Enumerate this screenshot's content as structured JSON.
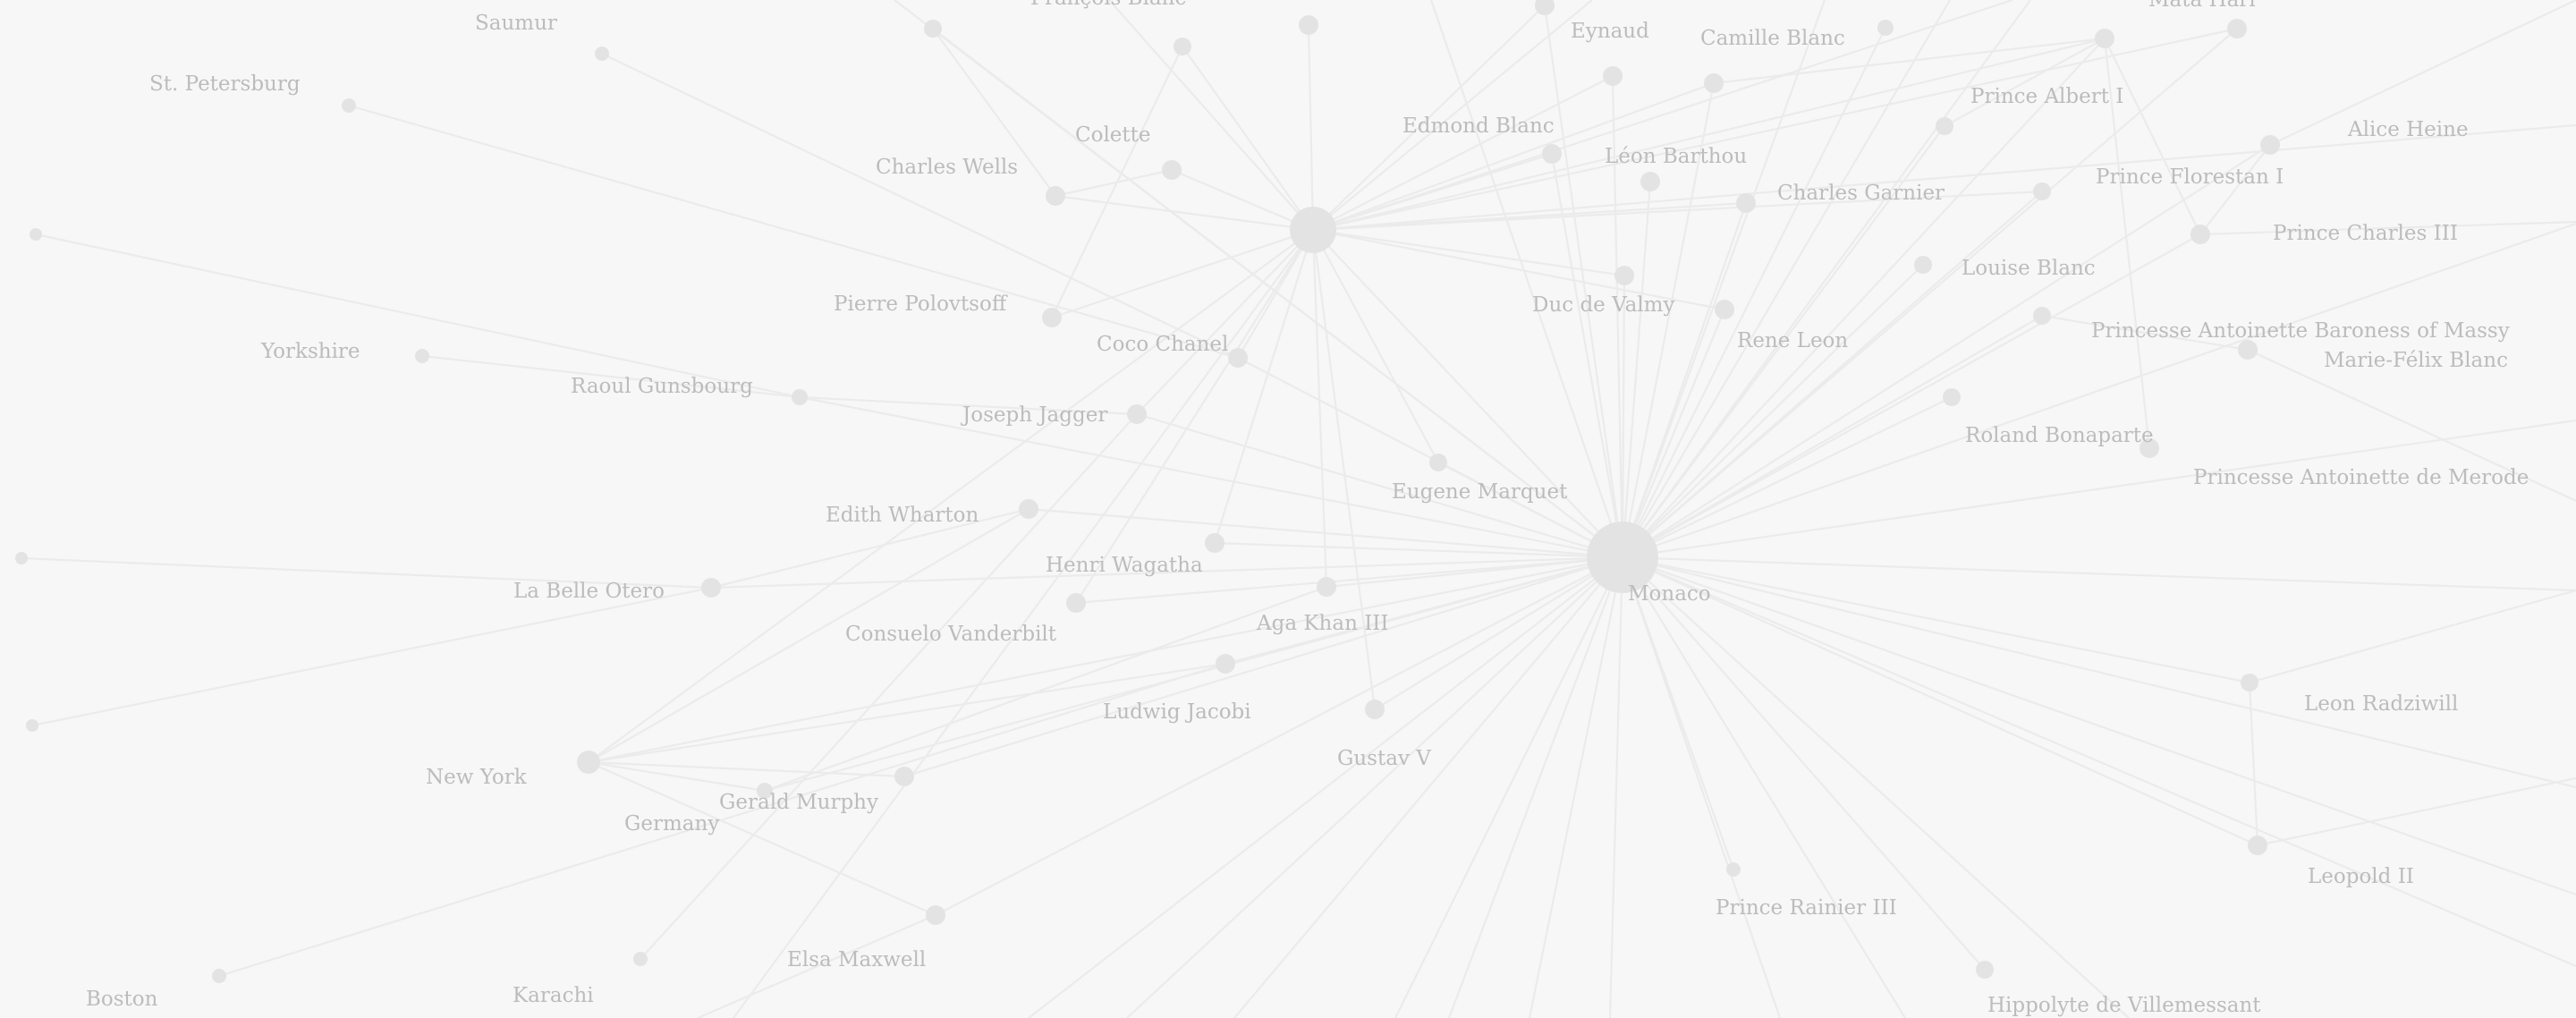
{
  "graph": {
    "style": {
      "background": "#f7f7f7",
      "edge_color": "#ebebeb",
      "node_color": "#e3e3e3",
      "label_color": "#bcbcbc"
    },
    "hubs": [
      "Monaco",
      "hub-2"
    ],
    "nodes": [
      {
        "id": "Monaco",
        "label": "Monaco",
        "size": 40
      },
      {
        "id": "hub-2",
        "label": "",
        "size": 26
      },
      {
        "id": "n-saumur",
        "label": "Saumur",
        "size": 8
      },
      {
        "id": "n-stpetersburg",
        "label": "St. Petersburg",
        "size": 8
      },
      {
        "id": "n-left1",
        "label": "",
        "size": 7
      },
      {
        "id": "n-yorkshire",
        "label": "Yorkshire",
        "size": 8
      },
      {
        "id": "n-raoul",
        "label": "Raoul Gunsbourg",
        "size": 9
      },
      {
        "id": "n-left2",
        "label": "",
        "size": 7
      },
      {
        "id": "n-otero",
        "label": "La Belle Otero",
        "size": 11
      },
      {
        "id": "n-left3",
        "label": "",
        "size": 7
      },
      {
        "id": "n-newyork",
        "label": "New York",
        "size": 13
      },
      {
        "id": "n-germany",
        "label": "Germany",
        "size": 9
      },
      {
        "id": "n-boston",
        "label": "Boston",
        "size": 8
      },
      {
        "id": "n-karachi",
        "label": "Karachi",
        "size": 8
      },
      {
        "id": "n-francois",
        "label": "François Blanc",
        "size": 10
      },
      {
        "id": "n-top1",
        "label": "",
        "size": 10
      },
      {
        "id": "n-top2",
        "label": "",
        "size": 11
      },
      {
        "id": "n-colette",
        "label": "Colette",
        "size": 11
      },
      {
        "id": "n-wells",
        "label": "Charles Wells",
        "size": 11
      },
      {
        "id": "n-polovtsoff",
        "label": "Pierre Polovtsoff",
        "size": 11
      },
      {
        "id": "n-chanel",
        "label": "Coco Chanel",
        "size": 11
      },
      {
        "id": "n-jagger",
        "label": "Joseph Jagger",
        "size": 11
      },
      {
        "id": "n-wharton",
        "label": "Edith Wharton",
        "size": 11
      },
      {
        "id": "n-wagatha",
        "label": "Henri Wagatha",
        "size": 11
      },
      {
        "id": "n-vanderbilt",
        "label": "Consuelo Vanderbilt",
        "size": 11
      },
      {
        "id": "n-agakhan",
        "label": "Aga Khan III",
        "size": 11
      },
      {
        "id": "n-jacobi",
        "label": "Ludwig Jacobi",
        "size": 11
      },
      {
        "id": "n-gustav",
        "label": "Gustav V",
        "size": 11
      },
      {
        "id": "n-murphy",
        "label": "Gerald Murphy",
        "size": 11
      },
      {
        "id": "n-maxwell",
        "label": "Elsa Maxwell",
        "size": 11
      },
      {
        "id": "n-marquet",
        "label": "Eugene Marquet",
        "size": 10
      },
      {
        "id": "n-eynaud",
        "label": "Eynaud",
        "size": 11
      },
      {
        "id": "n-eynaud2",
        "label": "",
        "size": 11
      },
      {
        "id": "n-camille",
        "label": "Camille Blanc",
        "size": 11
      },
      {
        "id": "n-edmond",
        "label": "Edmond Blanc",
        "size": 11
      },
      {
        "id": "n-barthou",
        "label": "Léon Barthou",
        "size": 11
      },
      {
        "id": "n-garnier",
        "label": "Charles Garnier",
        "size": 11
      },
      {
        "id": "n-valmy",
        "label": "Duc de Valmy",
        "size": 11
      },
      {
        "id": "n-leon",
        "label": "Rene Leon",
        "size": 11
      },
      {
        "id": "n-mid1",
        "label": "",
        "size": 9
      },
      {
        "id": "n-matahari",
        "label": "Mata Hari",
        "size": 11
      },
      {
        "id": "n-mid2",
        "label": "",
        "size": 11
      },
      {
        "id": "n-albert",
        "label": "Prince Albert I",
        "size": 10
      },
      {
        "id": "n-heine",
        "label": "Alice Heine",
        "size": 11
      },
      {
        "id": "n-florestan",
        "label": "Prince Florestan I",
        "size": 10
      },
      {
        "id": "n-charles3",
        "label": "Prince Charles III",
        "size": 11
      },
      {
        "id": "n-louise",
        "label": "Louise Blanc",
        "size": 10
      },
      {
        "id": "n-massy",
        "label": "Princesse Antoinette Baroness of Massy",
        "size": 10
      },
      {
        "id": "n-mfblanc",
        "label": "Marie-Félix Blanc",
        "size": 11
      },
      {
        "id": "n-bonaparte",
        "label": "Roland Bonaparte",
        "size": 10
      },
      {
        "id": "n-merode",
        "label": "Princesse Antoinette de Merode",
        "size": 11
      },
      {
        "id": "n-radziwill",
        "label": "Leon Radziwill",
        "size": 10
      },
      {
        "id": "n-leopold",
        "label": "Leopold II",
        "size": 11
      },
      {
        "id": "n-rainier",
        "label": "Prince Rainier III",
        "size": 8
      },
      {
        "id": "n-villemessant",
        "label": "Hippolyte de Villemessant",
        "size": 10
      }
    ],
    "edges": [
      [
        "Monaco",
        "hub-2"
      ],
      [
        "Monaco",
        "n-camille"
      ],
      [
        "Monaco",
        "n-edmond"
      ],
      [
        "Monaco",
        "n-barthou"
      ],
      [
        "Monaco",
        "n-garnier"
      ],
      [
        "Monaco",
        "n-valmy"
      ],
      [
        "Monaco",
        "n-leon"
      ],
      [
        "Monaco",
        "n-mid1"
      ],
      [
        "Monaco",
        "n-matahari"
      ],
      [
        "Monaco",
        "n-mid2"
      ],
      [
        "Monaco",
        "n-albert"
      ],
      [
        "Monaco",
        "n-heine"
      ],
      [
        "Monaco",
        "n-florestan"
      ],
      [
        "Monaco",
        "n-charles3"
      ],
      [
        "Monaco",
        "n-louise"
      ],
      [
        "Monaco",
        "n-massy"
      ],
      [
        "Monaco",
        "n-bonaparte"
      ],
      [
        "Monaco",
        "n-radziwill"
      ],
      [
        "Monaco",
        "n-leopold"
      ],
      [
        "Monaco",
        "n-rainier"
      ],
      [
        "Monaco",
        "n-villemessant"
      ],
      [
        "Monaco",
        "n-raoul"
      ],
      [
        "Monaco",
        "n-jagger"
      ],
      [
        "Monaco",
        "n-wharton"
      ],
      [
        "Monaco",
        "n-wagatha"
      ],
      [
        "Monaco",
        "n-vanderbilt"
      ],
      [
        "Monaco",
        "n-agakhan"
      ],
      [
        "Monaco",
        "n-jacobi"
      ],
      [
        "Monaco",
        "n-gustav"
      ],
      [
        "Monaco",
        "n-murphy"
      ],
      [
        "Monaco",
        "n-maxwell"
      ],
      [
        "Monaco",
        "n-marquet"
      ],
      [
        "Monaco",
        "n-eynaud"
      ],
      [
        "Monaco",
        "n-eynaud2"
      ],
      [
        "Monaco",
        "n-francois"
      ],
      [
        "Monaco",
        "n-otero"
      ],
      [
        "Monaco",
        "n-newyork"
      ],
      [
        "Monaco",
        "n-germany"
      ],
      [
        "Monaco",
        "n-chanel"
      ],
      [
        "hub-2",
        "n-top1"
      ],
      [
        "hub-2",
        "n-top2"
      ],
      [
        "hub-2",
        "n-colette"
      ],
      [
        "hub-2",
        "n-wells"
      ],
      [
        "hub-2",
        "n-polovtsoff"
      ],
      [
        "hub-2",
        "n-chanel"
      ],
      [
        "hub-2",
        "n-jagger"
      ],
      [
        "hub-2",
        "n-marquet"
      ],
      [
        "hub-2",
        "n-edmond"
      ],
      [
        "hub-2",
        "n-camille"
      ],
      [
        "hub-2",
        "n-eynaud"
      ],
      [
        "hub-2",
        "n-eynaud2"
      ],
      [
        "hub-2",
        "n-garnier"
      ],
      [
        "hub-2",
        "n-valmy"
      ],
      [
        "hub-2",
        "n-leon"
      ],
      [
        "hub-2",
        "n-matahari"
      ],
      [
        "hub-2",
        "n-mid2"
      ],
      [
        "hub-2",
        "n-florestan"
      ],
      [
        "hub-2",
        "n-agakhan"
      ],
      [
        "hub-2",
        "n-gustav"
      ],
      [
        "hub-2",
        "n-vanderbilt"
      ],
      [
        "hub-2",
        "n-wagatha"
      ],
      [
        "hub-2",
        "n-newyork"
      ],
      [
        "n-saumur",
        "n-chanel"
      ],
      [
        "n-stpetersburg",
        "n-chanel"
      ],
      [
        "n-left1",
        "n-raoul"
      ],
      [
        "n-yorkshire",
        "n-raoul"
      ],
      [
        "n-raoul",
        "n-jagger"
      ],
      [
        "n-left2",
        "n-otero"
      ],
      [
        "n-otero",
        "n-wharton"
      ],
      [
        "n-left3",
        "n-otero"
      ],
      [
        "n-newyork",
        "n-wharton"
      ],
      [
        "n-newyork",
        "n-jacobi"
      ],
      [
        "n-newyork",
        "n-murphy"
      ],
      [
        "n-newyork",
        "n-maxwell"
      ],
      [
        "n-newyork",
        "n-germany"
      ],
      [
        "n-germany",
        "n-agakhan"
      ],
      [
        "n-boston",
        "n-jacobi"
      ],
      [
        "n-karachi",
        "n-jagger"
      ],
      [
        "n-francois",
        "n-wells"
      ],
      [
        "n-colette",
        "n-wells"
      ],
      [
        "n-top1",
        "n-polovtsoff"
      ],
      [
        "n-charles3",
        "n-heine"
      ],
      [
        "n-charles3",
        "n-matahari"
      ],
      [
        "n-mfblanc",
        "n-massy"
      ],
      [
        "n-matahari",
        "n-merode"
      ],
      [
        "n-camille",
        "n-matahari"
      ],
      [
        "n-albert",
        "n-matahari"
      ],
      [
        "n-radziwill",
        "n-leopold"
      ]
    ]
  }
}
